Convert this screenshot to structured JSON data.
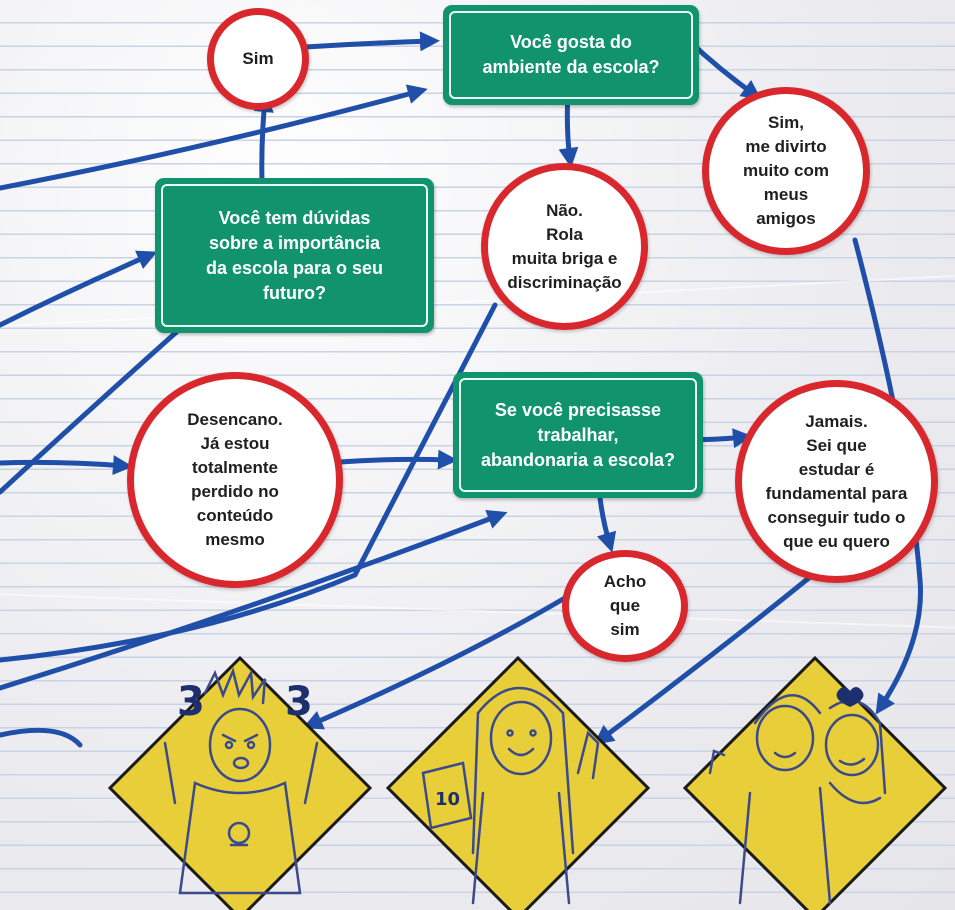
{
  "colors": {
    "box_green": "#11946e",
    "circle_red": "#d9272e",
    "arrow_blue": "#1f4fa8",
    "sign_yellow": "#e8cf3a",
    "paper_line": "#c9d3e3"
  },
  "boxes": {
    "ambiente": "Você gosta do\nambiente da escola?",
    "duvidas": "Você tem dúvidas\nsobre a importância\nda escola para o seu\nfuturo?",
    "trabalhar": "Se você precisasse\ntrabalhar,\nabandonaria a escola?"
  },
  "circles": {
    "sim": "Sim",
    "sim_divirto": "Sim,\nme divirto\nmuito com\nmeus\namigos",
    "nao_briga": "Não.\nRola\nmuita briga e\ndiscriminação",
    "desencano": "Desencano.\nJá estou\ntotalmente\nperdido no\nconteúdo\nmesmo",
    "jamais": "Jamais.\nSei que\nestudar é\nfundamental para\nconseguir tudo o\nque eu quero",
    "acho_sim": "Acho\nque\nsim"
  },
  "outcomes": {
    "angry_badge_icon": "angry-student-sign-icon",
    "happy_badge_icon": "happy-student-sign-icon",
    "couple_badge_icon": "couple-sign-icon",
    "grade_on_paper": "10"
  }
}
